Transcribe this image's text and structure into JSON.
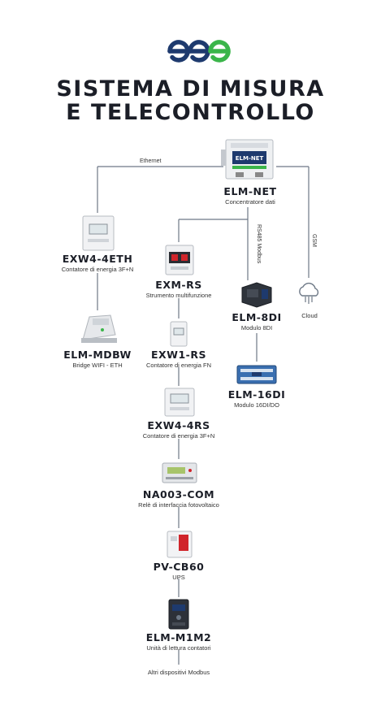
{
  "brand": {
    "logo_text": "eee",
    "colors": {
      "navy": "#1e3a6e",
      "green": "#3bb54a",
      "line": "#6d7886"
    }
  },
  "title": {
    "line1": "SISTEMA DI MISURA",
    "line2": "E TELECONTROLLO"
  },
  "links": {
    "ethernet": "Ethernet",
    "rs485": "RS485 Modbus",
    "gsm": "GSM"
  },
  "devices": {
    "elm_net": {
      "name": "ELM-NET",
      "desc": "Concentratore dati"
    },
    "exw4_4eth": {
      "name": "EXW4-4ETH",
      "desc": "Contatore di energia 3F+N"
    },
    "elm_mdbw": {
      "name": "ELM-MDBW",
      "desc": "Bridge WIFI - ETH"
    },
    "exm_rs": {
      "name": "EXM-RS",
      "desc": "Strumento multifunzione"
    },
    "exw1_rs": {
      "name": "EXW1-RS",
      "desc": "Contatore di energia FN"
    },
    "exw4_4rs": {
      "name": "EXW4-4RS",
      "desc": "Contatore di energia 3F+N"
    },
    "na003_com": {
      "name": "NA003-COM",
      "desc": "Relè di interfaccia fotovoltaico"
    },
    "pv_cb60": {
      "name": "PV-CB60",
      "desc": "UPS"
    },
    "elm_m1m2": {
      "name": "ELM-M1M2",
      "desc": "Unità di lettura contatori"
    },
    "elm_8di": {
      "name": "ELM-8DI",
      "desc": "Modulo 8DI"
    },
    "elm_16di": {
      "name": "ELM-16DI",
      "desc": "Modulo 16DI/DO"
    },
    "cloud": {
      "name": "",
      "desc": "Cloud"
    }
  },
  "footer": {
    "text": "Altri dispositivi Modbus"
  }
}
